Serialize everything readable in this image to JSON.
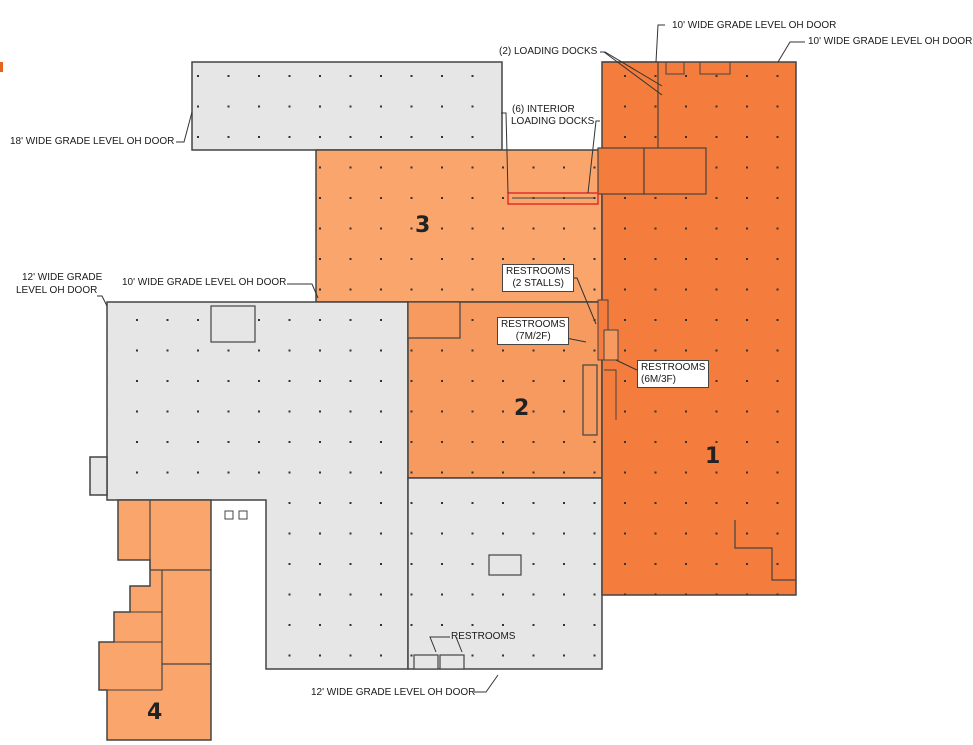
{
  "colors": {
    "suite1": "#f47c3c",
    "suite2": "#f79a5f",
    "suite3": "#f9a56c",
    "suite4": "#f9a56c",
    "warehouse_gray": "#e6e6e6",
    "wall": "#444444",
    "highlight": "#e0302a"
  },
  "suites": [
    {
      "id": "1",
      "label": "1"
    },
    {
      "id": "2",
      "label": "2"
    },
    {
      "id": "3",
      "label": "3"
    },
    {
      "id": "4",
      "label": "4"
    }
  ],
  "labels": {
    "door_10ft_top_a": "10' WIDE GRADE LEVEL OH DOOR",
    "door_10ft_top_b": "10' WIDE GRADE LEVEL OH DOOR",
    "loading_docks_2": "(2) LOADING DOCKS",
    "interior_docks_line1": "(6) INTERIOR",
    "interior_docks_line2": "LOADING DOCKS",
    "door_18ft": "18' WIDE GRADE LEVEL OH DOOR",
    "door_12ft_left_line1": "12' WIDE GRADE",
    "door_12ft_left_line2": "LEVEL OH DOOR",
    "door_10ft_mid": "10' WIDE GRADE LEVEL OH DOOR",
    "restrooms_2stalls_line1": "RESTROOMS",
    "restrooms_2stalls_line2": "(2 STALLS)",
    "restrooms_7m2f_line1": "RESTROOMS",
    "restrooms_7m2f_line2": "(7M/2F)",
    "restrooms_6m3f_line1": "RESTROOMS",
    "restrooms_6m3f_line2": "(6M/3F)",
    "restrooms_bottom": "RESTROOMS",
    "door_12ft_bottom": "12' WIDE GRADE LEVEL OH DOOR"
  }
}
